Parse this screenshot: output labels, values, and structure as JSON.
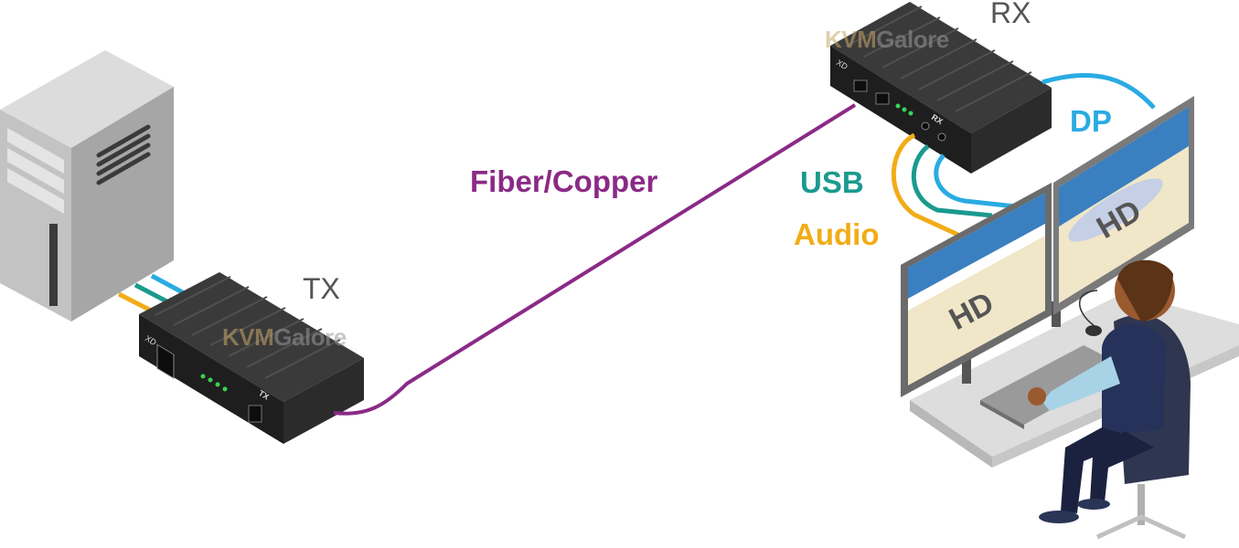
{
  "labels": {
    "tx": "TX",
    "rx": "RX",
    "link": "Fiber/Copper",
    "usb": "USB",
    "audio": "Audio",
    "dp": "DP"
  },
  "watermark": {
    "part1": "KVM",
    "part2": "Galore"
  },
  "unit_front": {
    "tx_badge": "TX",
    "rx_badge": "RX",
    "model": "XD"
  },
  "monitors": {
    "left": "HD",
    "right": "HD"
  },
  "colors": {
    "fiber": "#8b2a86",
    "usb": "#1a9a8e",
    "audio": "#f2ac18",
    "dp": "#29abe2",
    "unit_body": "#2b2b2b",
    "tower": "#b5b5b5"
  }
}
